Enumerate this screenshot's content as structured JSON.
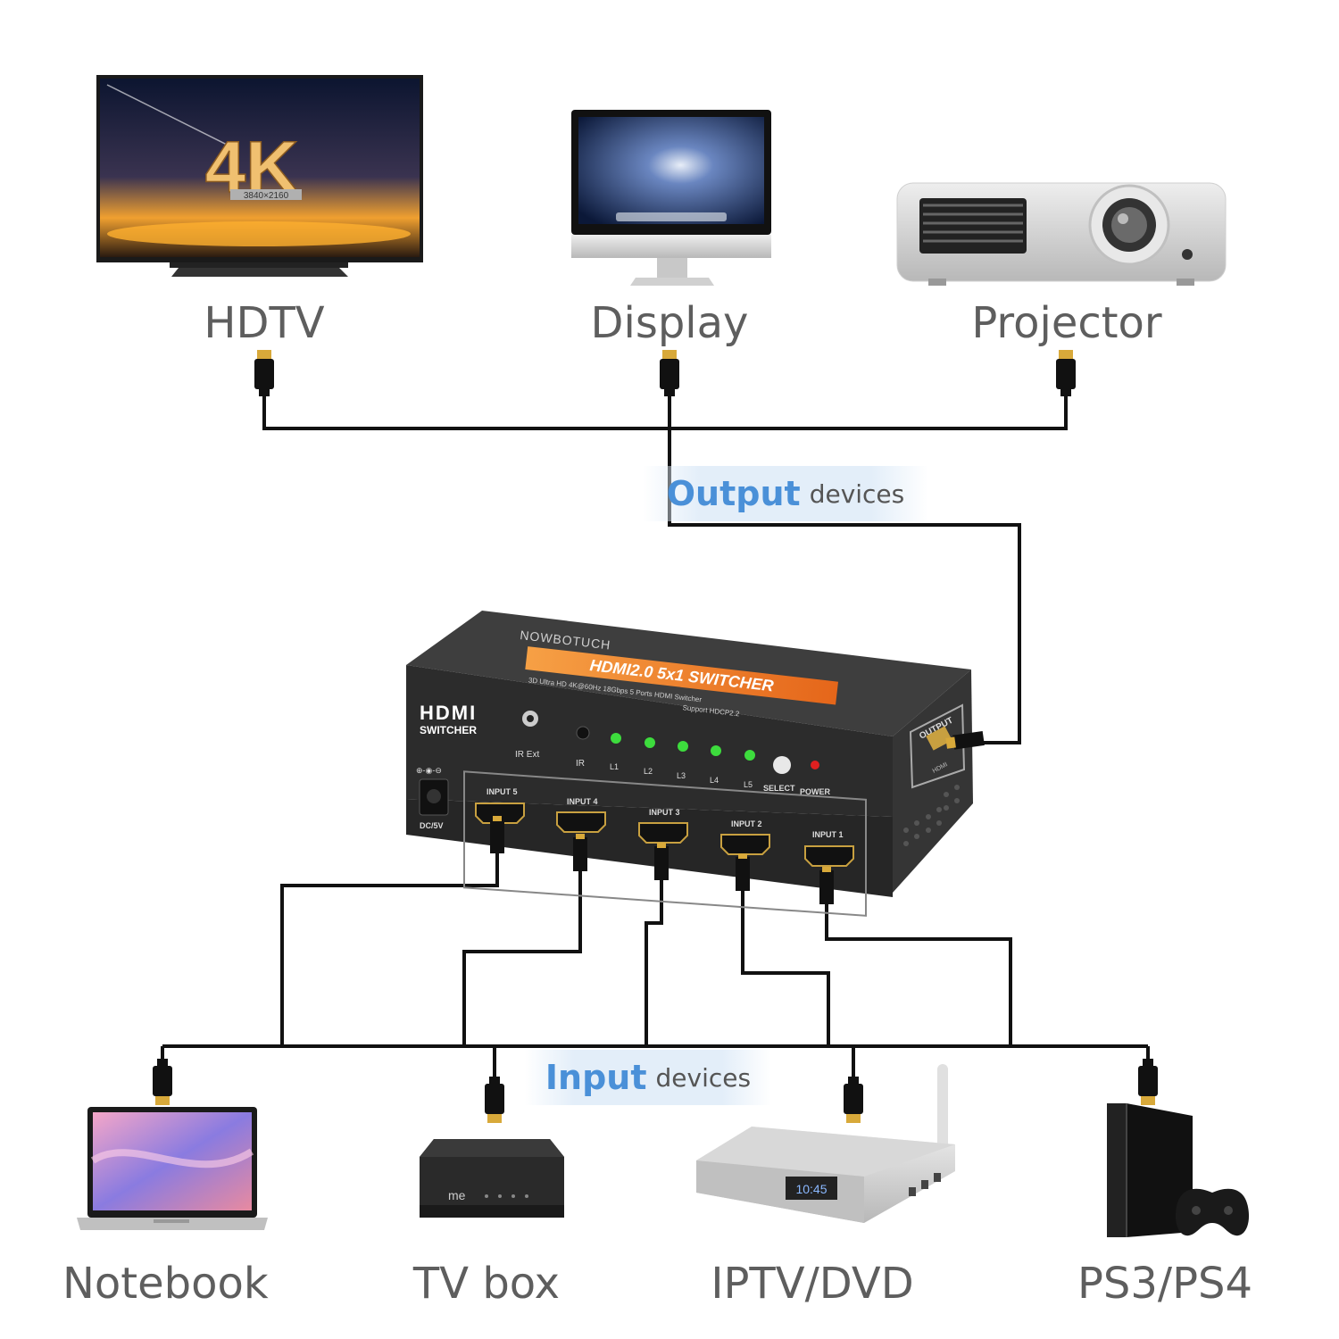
{
  "output_section": {
    "main": "Output",
    "sub": "devices"
  },
  "input_section": {
    "main": "Input",
    "sub": "devices"
  },
  "output_devices": [
    {
      "label": "HDTV",
      "icon": "hdtv-icon"
    },
    {
      "label": "Display",
      "icon": "monitor-icon"
    },
    {
      "label": "Projector",
      "icon": "projector-icon"
    }
  ],
  "input_devices": [
    {
      "label": "Notebook",
      "icon": "laptop-icon"
    },
    {
      "label": "TV box",
      "icon": "tv-box-icon"
    },
    {
      "label": "IPTV/DVD",
      "icon": "iptv-box-icon"
    },
    {
      "label": "PS3/PS4",
      "icon": "game-console-icon"
    }
  ],
  "tv_screen": {
    "headline": "4K",
    "resolution": "3840×2160"
  },
  "switcher": {
    "brand": "NOWBOTUCH",
    "model_banner": "HDMI2.0 5x1 SWITCHER",
    "spec_line_1": "3D Ultra HD 4K@60Hz 18Gbps 5 Ports HDMI Switcher",
    "spec_line_2": "Support HDCP2.2",
    "logo_main": "HDMI",
    "logo_sub": "SWITCHER",
    "ir_ext": "IR Ext",
    "ir": "IR",
    "leds": [
      "L1",
      "L2",
      "L3",
      "L4",
      "L5"
    ],
    "select": "SELECT",
    "power": "POWER",
    "dc": "DC/5V",
    "output_port": "OUTPUT",
    "hdmi_small": "HDMI",
    "inputs": [
      "INPUT 5",
      "INPUT 4",
      "INPUT 3",
      "INPUT 2",
      "INPUT 1"
    ]
  },
  "box_brand": "me",
  "iptv_clock": "10:45",
  "colors": {
    "label": "#5e5e5e",
    "accent": "#4a90d8",
    "banner": "#f07a1e",
    "led": "#3ddc3d",
    "power_led": "#e02020",
    "cable": "#111111",
    "connector_gold": "#d8a93a"
  }
}
